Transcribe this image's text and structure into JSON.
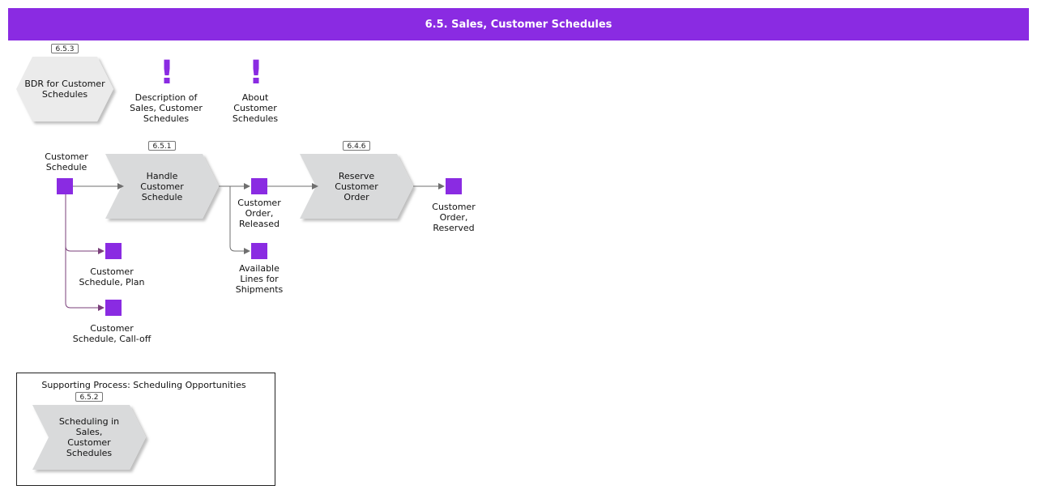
{
  "title": "6.5. Sales, Customer Schedules",
  "colors": {
    "accent": "#8a2be2",
    "shape_fill": "#d9dadb",
    "hex_fill": "#ebebeb",
    "connector": "#6f6f6f",
    "purple_connector": "#7a3f7a"
  },
  "bdr": {
    "tag": "6.5.3",
    "label": "BDR for Customer\nSchedules"
  },
  "notes": [
    {
      "label": "Description of\nSales, Customer\nSchedules",
      "icon": "exclamation-icon"
    },
    {
      "label": "About\nCustomer\nSchedules",
      "icon": "exclamation-icon"
    }
  ],
  "processes": [
    {
      "tag": "6.5.1",
      "label": "Handle\nCustomer\nSchedule"
    },
    {
      "tag": "6.4.6",
      "label": "Reserve\nCustomer\nOrder"
    }
  ],
  "events": {
    "customer_schedule": "Customer\nSchedule",
    "customer_order_released": "Customer\nOrder,\nReleased",
    "customer_order_reserved": "Customer\nOrder,\nReserved",
    "available_lines": "Available\nLines for\nShipments",
    "schedule_plan": "Customer\nSchedule, Plan",
    "schedule_calloff": "Customer\nSchedule, Call-off"
  },
  "support": {
    "title": "Supporting Process: Scheduling Opportunities",
    "tag": "6.5.2",
    "label": "Scheduling in\nSales,\nCustomer\nSchedules"
  }
}
